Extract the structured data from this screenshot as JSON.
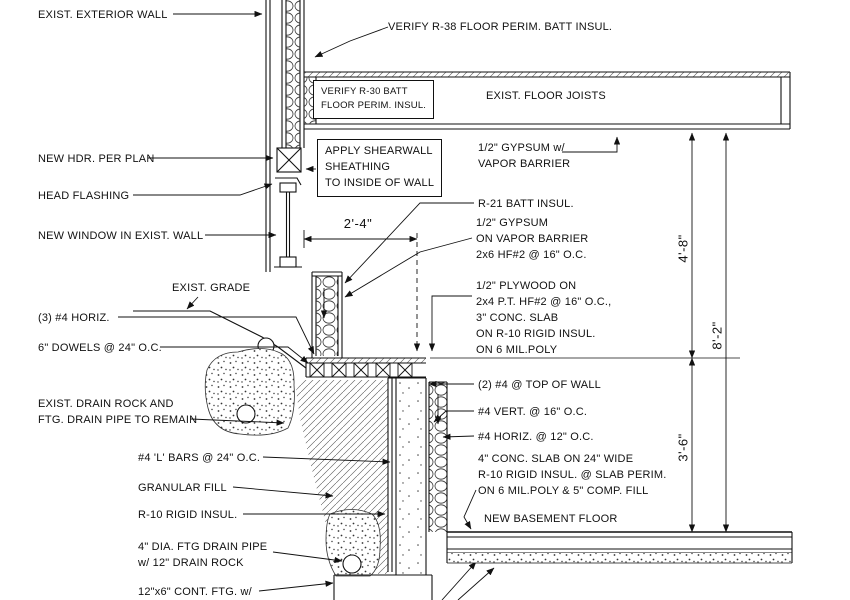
{
  "labels": {
    "exist_exterior_wall": "EXIST. EXTERIOR WALL",
    "verify_r38": "VERIFY R-38 FLOOR PERIM. BATT INSUL.",
    "r30_box": "VERIFY R-30 BATT\nFLOOR PERIM. INSUL.",
    "floor_joists": "EXIST. FLOOR JOISTS",
    "new_hdr": "NEW HDR. PER PLAN",
    "head_flashing": "HEAD FLASHING",
    "shearwall_box": "APPLY SHEARWALL\nSHEATHING\nTO INSIDE OF WALL",
    "gypsum_vapor": "1/2\" GYPSUM w/\nVAPOR BARRIER",
    "new_window": "NEW WINDOW IN EXIST. WALL",
    "r21": "R-21 BATT INSUL.",
    "gypsum_on_vb": "1/2\" GYPSUM\nON VAPOR BARRIER\n2x6 HF#2 @ 16\" O.C.",
    "exist_grade": "EXIST. GRADE",
    "three_4_horiz": "(3) #4 HORIZ.",
    "plywood_stack": "1/2\" PLYWOOD ON\n2x4 P.T. HF#2 @ 16\" O.C.,\n3\" CONC. SLAB\nON R-10 RIGID INSUL.\nON 6 MIL.POLY",
    "dowels": "6\" DOWELS @ 24\" O.C.",
    "two_4_top": "(2) #4 @ TOP OF WALL",
    "drain_rock": "EXIST. DRAIN ROCK AND\nFTG. DRAIN PIPE TO REMAIN",
    "vert_bars": "#4 VERT. @ 16\" O.C.",
    "horiz_bars": "#4 HORIZ. @ 12\" O.C.",
    "l_bars": "#4 'L' BARS @ 24\" O.C.",
    "conc_slab_4": "4\" CONC. SLAB ON 24\" WIDE\nR-10 RIGID INSUL. @ SLAB PERIM.\nON 6 MIL.POLY & 5\" COMP. FILL",
    "granular_fill": "GRANULAR FILL",
    "r10_rigid": "R-10 RIGID INSUL.",
    "basement_floor": "NEW BASEMENT FLOOR",
    "drain_pipe": "4\" DIA. FTG DRAIN PIPE\nw/ 12\" DRAIN ROCK",
    "cont_ftg": "12\"x6\" CONT. FTG. w/",
    "dim_2_4": "2'-4\"",
    "dim_4_8": "4'-8\"",
    "dim_8_2": "8'-2\"",
    "dim_3_6": "3'-6\""
  },
  "colors": {
    "ink": "#111111",
    "paper": "#ffffff"
  }
}
